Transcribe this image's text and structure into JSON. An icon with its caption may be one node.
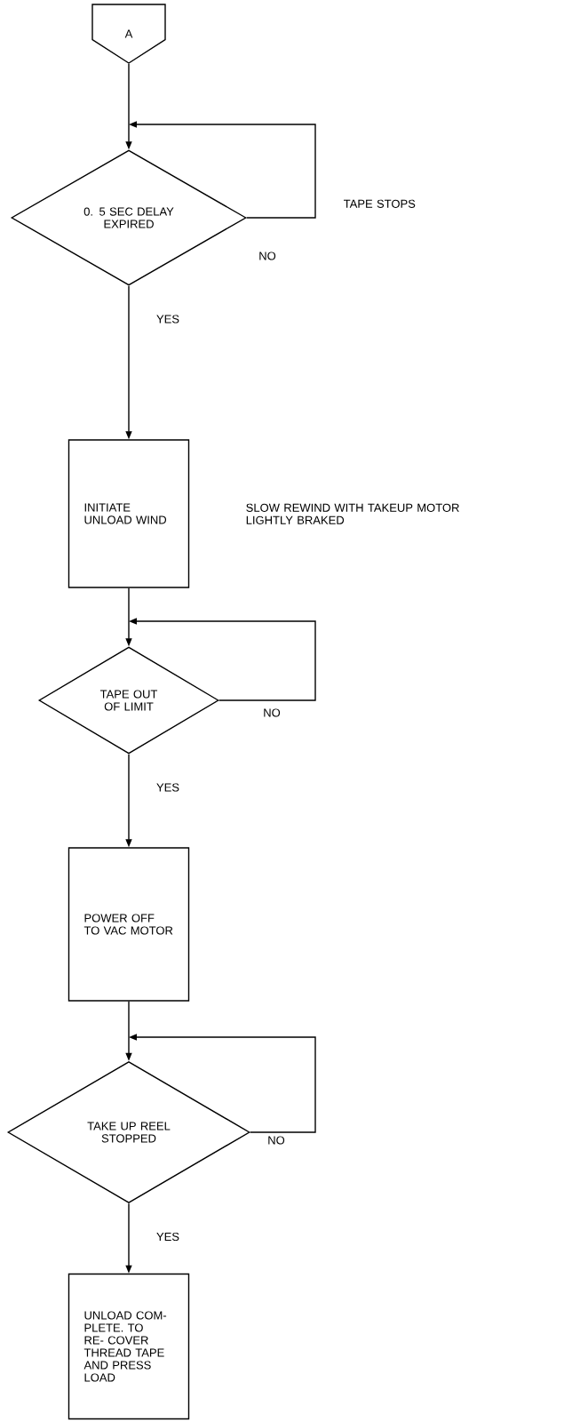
{
  "diagram": {
    "nodes": [
      {
        "text": [
          "A"
        ]
      },
      {
        "text": [
          "0. 5 SEC DELAY EXPIRED"
        ]
      },
      {
        "text": [
          "INITIATE UNLOAD WIND"
        ]
      },
      {
        "text": [
          "TAPE OUT OF LIMIT"
        ]
      },
      {
        "text": [
          "POWER OFF TO VAC MOTOR"
        ]
      },
      {
        "text": [
          "TAKE UP REEL STOPPED"
        ]
      },
      {
        "text": [
          "UNLOAD COM- PLETE. TO RE- COVER THREAD TAPE AND PRESS LOAD"
        ]
      }
    ],
    "edges": [
      {
        "from": 0,
        "to": 1,
        "arrow": "to"
      },
      {
        "from": 1,
        "to": 1,
        "arrow": "to",
        "label": "NO"
      },
      {
        "from": 1,
        "to": 2,
        "arrow": "to",
        "label": "YES"
      },
      {
        "from": 2,
        "to": 3,
        "arrow": "to"
      },
      {
        "from": 3,
        "to": 3,
        "arrow": "to",
        "label": "NO"
      },
      {
        "from": 3,
        "to": 4,
        "arrow": "to",
        "label": "YES"
      },
      {
        "from": 4,
        "to": 5,
        "arrow": "to"
      },
      {
        "from": 5,
        "to": 5,
        "arrow": "to",
        "label": "NO"
      },
      {
        "from": 5,
        "to": 6,
        "arrow": "to",
        "label": "YES"
      }
    ],
    "labels": [
      "TAPE STOPS",
      "SLOW REWIND WITH TAKEUP MOTOR LIGHTLY BRAKED"
    ]
  }
}
